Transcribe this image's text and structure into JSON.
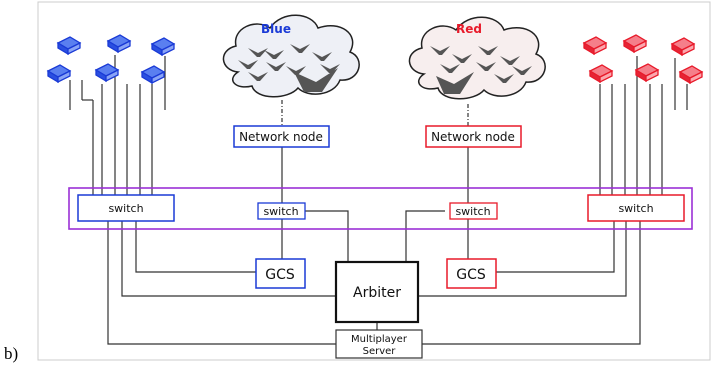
{
  "caption": "b)",
  "clouds": {
    "blue_label": "Blue",
    "red_label": "Red"
  },
  "nodes": {
    "blue_network_node": "Network node",
    "red_network_node": "Network node",
    "switch_blue_outer": "switch",
    "switch_blue_inner": "switch",
    "switch_red_inner": "switch",
    "switch_red_outer": "switch",
    "gcs_blue": "GCS",
    "gcs_red": "GCS",
    "arbiter": "Arbiter",
    "multiplayer_server_line1": "Multiplayer",
    "multiplayer_server_line2": "Server"
  },
  "colors": {
    "blue": "#1a3ad6",
    "red": "#e81a2a",
    "purple": "#9b30d6",
    "line": "#333333",
    "drone_dark": "#555555"
  },
  "icons": {
    "blue_team_devices": "blue-terminal-icon",
    "red_team_devices": "red-terminal-icon",
    "aircraft": "aircraft-icon"
  }
}
